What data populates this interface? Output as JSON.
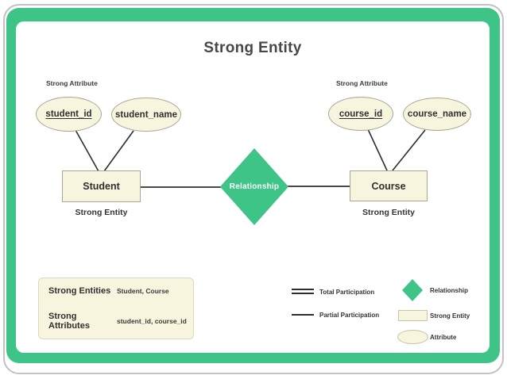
{
  "colors": {
    "green": "#3ec486",
    "cream": "#f8f5df",
    "cream_border": "#a9a694",
    "line": "#2e2e2e",
    "text": "#3f3f3f",
    "slide_border": "#c2c2c2"
  },
  "title": "Strong Entity",
  "left": {
    "attribute_label": "Strong Attribute",
    "attributes": [
      {
        "label": "student_id",
        "key": true
      },
      {
        "label": "student_name",
        "key": false
      }
    ],
    "entity": "Student",
    "entity_caption": "Strong Entity"
  },
  "right": {
    "attribute_label": "Strong Attribute",
    "attributes": [
      {
        "label": "course_id",
        "key": true
      },
      {
        "label": "course_name",
        "key": false
      }
    ],
    "entity": "Course",
    "entity_caption": "Strong Entity"
  },
  "relationship": "Relationship",
  "summary_box": {
    "rows": [
      {
        "term": "Strong Entities",
        "value": "Student, Course"
      },
      {
        "term": "Strong Attributes",
        "value": "student_id, course_id"
      }
    ]
  },
  "legend": {
    "total_participation": "Total Participation",
    "partial_participation": "Partial Participation",
    "relationship": "Relationship",
    "strong_entity": "Strong Entity",
    "attribute": "Attribute"
  }
}
